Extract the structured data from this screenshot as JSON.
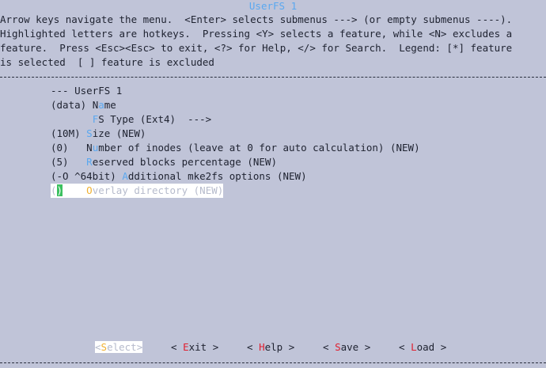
{
  "window": {
    "title": "UserFS 1"
  },
  "help_lines": [
    "Arrow keys navigate the menu.  <Enter> selects submenus ---> (or empty submenus ----).",
    "Highlighted letters are hotkeys.  Pressing <Y> selects a feature, while <N> excludes a",
    "feature.  Press <Esc><Esc> to exit, <?> for Help, </> for Search.  Legend: [*] feature",
    "is selected  [ ] feature is excluded"
  ],
  "menu": {
    "header": "--- UserFS 1",
    "items": [
      {
        "prefix": "(data) ",
        "pre": "N",
        "hot": "a",
        "post": "me"
      },
      {
        "prefix": "       ",
        "pre": "",
        "hot": "F",
        "post": "S Type (Ext4)  --->"
      },
      {
        "prefix": "(10M) ",
        "pre": "",
        "hot": "S",
        "post": "ize (NEW)"
      },
      {
        "prefix": "(0)   ",
        "pre": "N",
        "hot": "u",
        "post": "mber of inodes (leave at 0 for auto calculation) (NEW)"
      },
      {
        "prefix": "(5)   ",
        "pre": "",
        "hot": "R",
        "post": "eserved blocks percentage (NEW)"
      },
      {
        "prefix": "(-O ^64bit) ",
        "pre": "",
        "hot": "A",
        "post": "dditional mke2fs options (NEW)"
      }
    ],
    "selected": {
      "open": "(",
      "cursor": ")",
      "gap": "    ",
      "hot": "O",
      "post": "verlay directory (NEW)"
    }
  },
  "buttons": [
    {
      "open": "<",
      "hot": "S",
      "rest": "elect",
      "close": ">"
    },
    {
      "open": "< ",
      "hot": "E",
      "rest": "xit",
      "close": " >"
    },
    {
      "open": "< ",
      "hot": "H",
      "rest": "elp",
      "close": " >"
    },
    {
      "open": "< ",
      "hot": "S",
      "rest": "ave",
      "close": " >"
    },
    {
      "open": "< ",
      "hot": "L",
      "rest": "oad",
      "close": " >"
    }
  ],
  "colors": {
    "background": "#c0c4d8",
    "text": "#1e2230",
    "hotkey": "#5aa8f0",
    "selected_hotkey": "#f0b030",
    "button_hotkey": "#e02030",
    "cursor": "#3cc060"
  }
}
